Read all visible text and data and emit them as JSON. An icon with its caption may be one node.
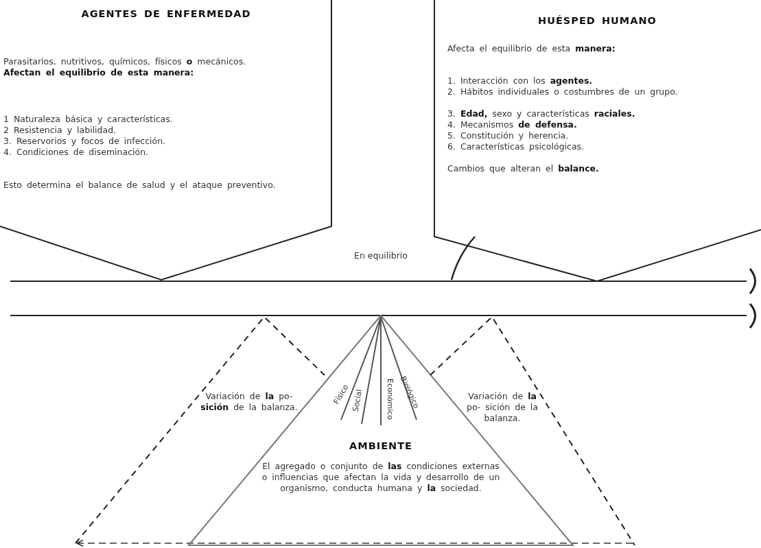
{
  "diagram": {
    "nodes": [
      {
        "text": [
          "AGENTES DE ENFERMEDAD",
          "Parasitarios, nutritivos, químicos, físicos **o** mecánicos.",
          "**Afectan el equilibrio de esta manera:**",
          "1 Naturaleza básica y características.",
          "2 Resistencia y labilidad.",
          "3. Reservorios y focos de infección.",
          "4. Condiciones de diseminación.",
          "Esto determina el balance de salud y el ataque preventivo."
        ]
      },
      {
        "text": [
          "HUÉSPED HUMANO",
          "Afecta el equilibrio de esta **manera:**",
          "1. Interacción con los **agentes.**",
          "2. Hábitos individuales o costumbres de un grupo.",
          "3. **Edad,** sexo y características **raciales.**",
          "4. Mecanismos **de defensa.**",
          "5. Constitución y herencia.",
          "6. Características psicológicas.",
          "Cambios que alteran el **balance.**"
        ]
      },
      {
        "text": [
          "AMBIENTE",
          "El agregado o conjunto de **las** condiciones externas o influencias que afectan la vida y desarrollo de un organismo, conducta humana y **la** sociedad."
        ]
      },
      {
        "text": [
          "Variación de **la** po- **sición** de la balanza."
        ]
      },
      {
        "text": [
          "Variación de **la** po- sición de la balanza."
        ]
      }
    ],
    "labels": [
      "En equilibrio",
      "Físico",
      "Social",
      "Económico",
      "Biológico"
    ]
  }
}
